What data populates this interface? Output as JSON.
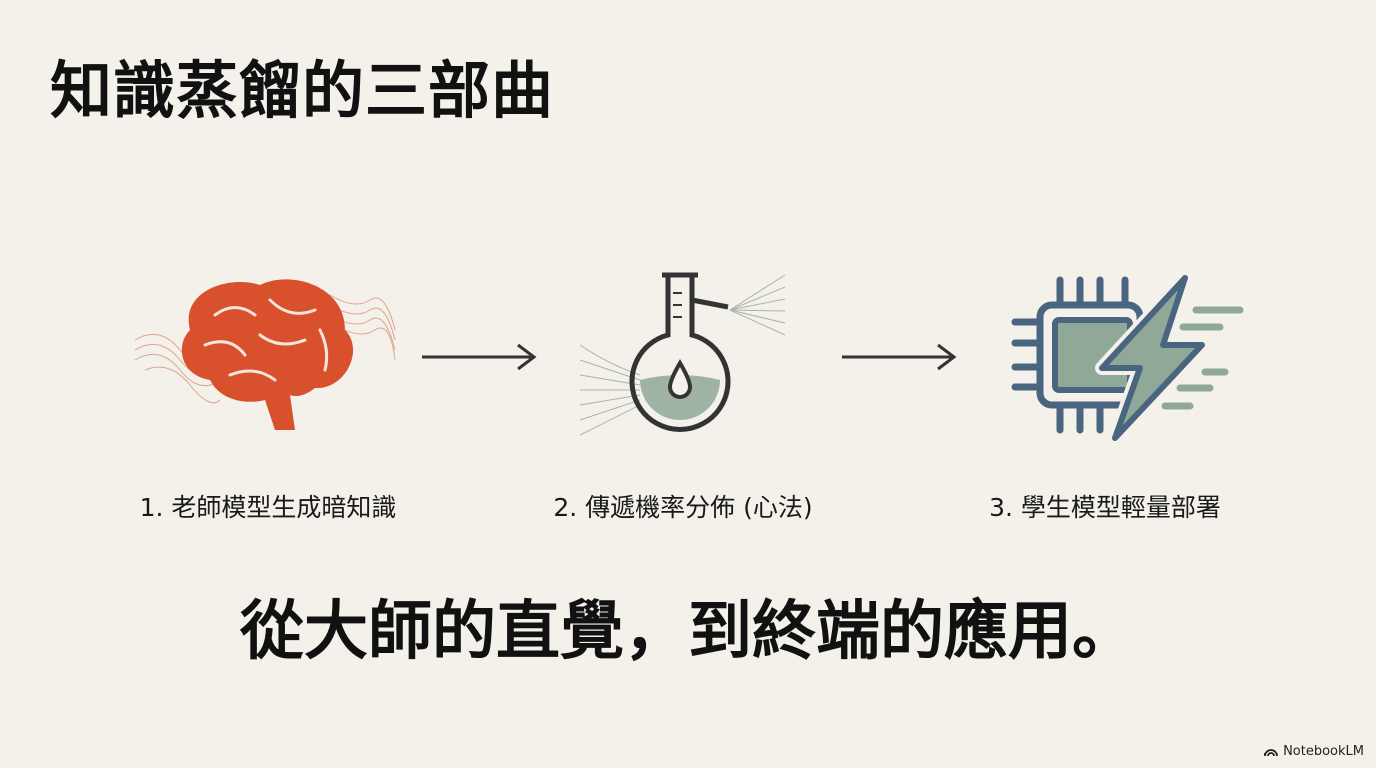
{
  "title": "知識蒸餾的三部曲",
  "steps": [
    {
      "label": "1. 老師模型生成暗知識",
      "icon": "brain-icon"
    },
    {
      "label": "2. 傳遞機率分佈 (心法)",
      "icon": "flask-icon"
    },
    {
      "label": "3. 學生模型輕量部署",
      "icon": "chip-lightning-icon"
    }
  ],
  "tagline": "從大師的直覺，到終端的應用。",
  "brand": "NotebookLM",
  "colors": {
    "background": "#f3f1ea",
    "brain": "#d9512c",
    "slate": "#4a6580",
    "sage": "#90a898"
  }
}
